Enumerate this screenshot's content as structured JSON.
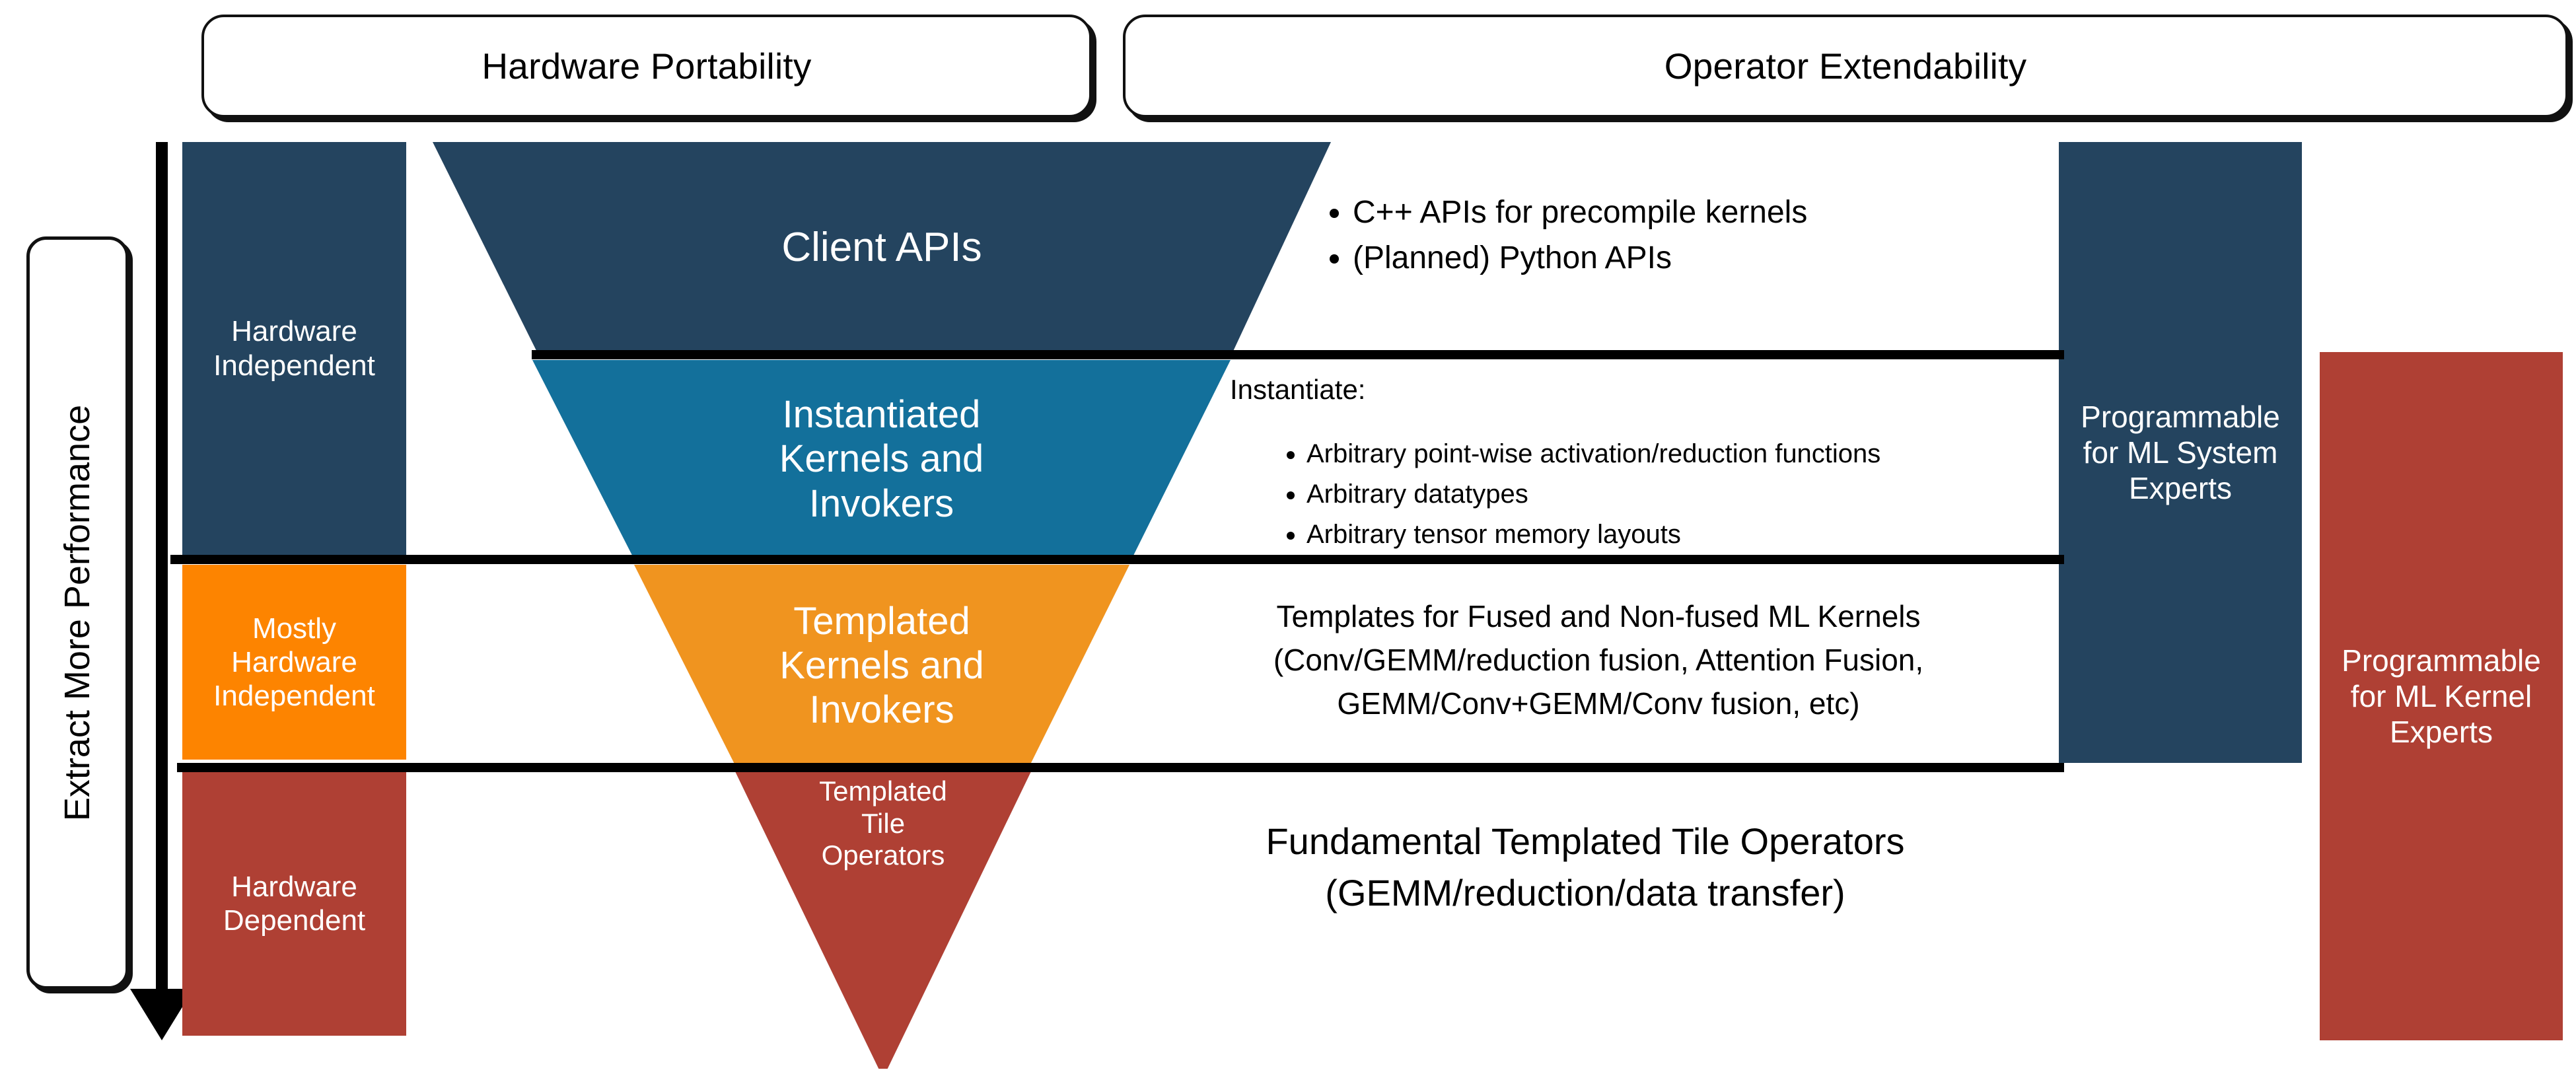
{
  "headers": [
    {
      "label": "Hardware Portability"
    },
    {
      "label": "Operator Extendability"
    }
  ],
  "axis": {
    "label": "Extract More Performance",
    "direction_icon": "down-arrow-icon"
  },
  "hardware_levels": [
    {
      "label": "Hardware\nIndependent",
      "color": "#24445F"
    },
    {
      "label": "Mostly\nHardware\nIndependent",
      "color": "#FD8400"
    },
    {
      "label": "Hardware\nDependent",
      "color": "#AF4034"
    }
  ],
  "funnel": {
    "tiers": [
      {
        "label": "Client APIs",
        "color": "#24445F"
      },
      {
        "label": "Instantiated\nKernels and\nInvokers",
        "color": "#13709B"
      },
      {
        "label": "Templated\nKernels and\nInvokers",
        "color": "#F0941F"
      },
      {
        "label": "Templated\nTile\nOperators",
        "color": "#AF4034"
      }
    ]
  },
  "details": {
    "client_apis_bullets": [
      "C++ APIs for precompile kernels",
      "(Planned) Python APIs"
    ],
    "instantiate_heading": "Instantiate:",
    "instantiate_bullets": [
      "Arbitrary point-wise activation/reduction functions",
      "Arbitrary datatypes",
      "Arbitrary tensor memory layouts"
    ],
    "templates_text": "Templates for Fused and Non-fused ML Kernels\n(Conv/GEMM/reduction fusion, Attention Fusion,\nGEMM/Conv+GEMM/Conv fusion, etc)",
    "fundamental_text": "Fundamental Templated Tile Operators\n(GEMM/reduction/data transfer)"
  },
  "audience_boxes": [
    {
      "label": "Programmable\nfor ML System\nExperts",
      "color": "#24445F"
    },
    {
      "label": "Programmable\nfor ML Kernel\nExperts",
      "color": "#AF4034"
    }
  ],
  "colors": {
    "navy": "#24445F",
    "blue": "#13709B",
    "orange_funnel": "#F0941F",
    "orange_sidebar": "#FD8400",
    "red": "#AF4034",
    "line": "#000000",
    "background": "#FFFFFF"
  }
}
